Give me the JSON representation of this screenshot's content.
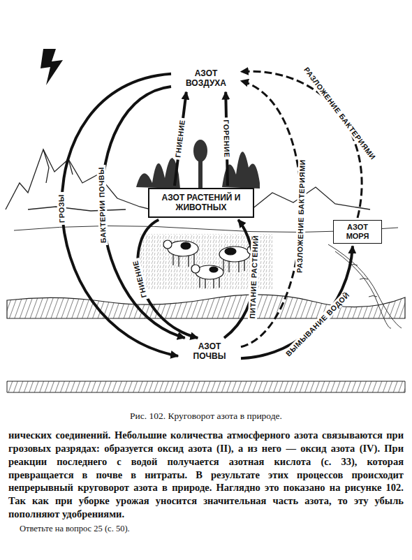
{
  "diagram": {
    "caption": "Рис. 102. Круговорот азота в природе.",
    "nodes": [
      {
        "text": [
          "АЗОТ ВОЗДУХА"
        ]
      },
      {
        "text": [
          "АЗОТ РАСТЕНИЙ И ЖИВОТНЫХ"
        ]
      },
      {
        "text": [
          "АЗОТ МОРЯ"
        ]
      },
      {
        "text": [
          "АЗОТ ПОЧВЫ"
        ]
      }
    ],
    "edges": [
      {
        "from": 0,
        "to": 3,
        "arrow": "to",
        "label": "ГРОЗЫ"
      },
      {
        "from": 0,
        "to": 3,
        "arrow": "to",
        "label": "БАКТЕРИИ ПОЧВЫ"
      },
      {
        "from": 1,
        "to": 3,
        "arrow": "to",
        "label": "ГНИЕНИЕ"
      },
      {
        "from": 1,
        "to": 0,
        "arrow": "to",
        "label": "ГНИЕНИЕ"
      },
      {
        "from": 1,
        "to": 0,
        "arrow": "to",
        "label": "ГОРЕНИЕ"
      },
      {
        "from": 3,
        "to": 1,
        "arrow": "to",
        "label": "ПИТАНИЕ РАСТЕНИЙ"
      },
      {
        "from": 3,
        "to": 0,
        "arrow": "to",
        "label": "РАЗЛОЖЕНИЕ БАКТЕРИЯМИ"
      },
      {
        "from": 3,
        "to": 2,
        "arrow": "to",
        "label": "ВЫМЫВАНИЕ ВОДОЙ"
      },
      {
        "from": 2,
        "to": 0,
        "arrow": "to",
        "label": "РАЗЛОЖЕНИЕ БАКТЕРИЯМИ"
      }
    ],
    "labels": [
      "нических соединений. Небольшие количества атмосферного азота связываются при грозовых разрядах: образуется оксид азота (II), а из него — оксид азота (IV). При реакции последнего с водой получается азотная кислота (с. 33), которая превращается в почве в нитраты. В результате этих процессов происходит непрерывный круговорот азота в природе. Наглядно это показано на рисунке 102. Так как при уборке урожая уносится значительная часть азота, то эту убыль пополняют удобрениями.",
      "Ответьте на вопрос 25 (с. 50)."
    ]
  }
}
